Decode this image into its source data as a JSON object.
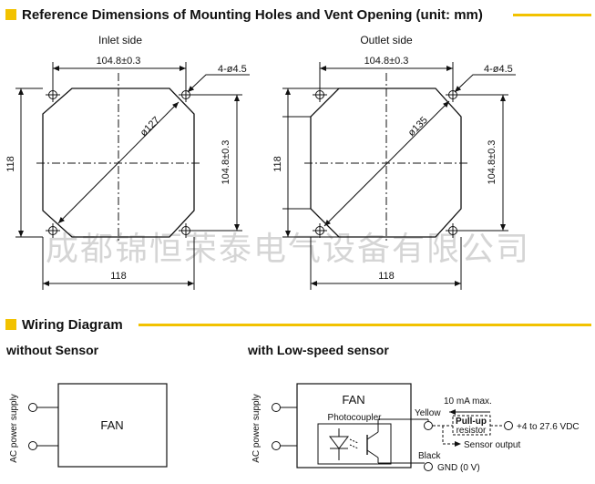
{
  "colors": {
    "accent": "#f2c200",
    "line": "#111111",
    "watermark": "#c8c8c8"
  },
  "section1": {
    "title": "Reference Dimensions of Mounting Holes and Vent Opening (unit: mm)"
  },
  "inlet": {
    "label": "Inlet side",
    "hole_spacing": "104.8±0.3",
    "hole_spec": "4-ø4.5",
    "diameter": "ø127",
    "outer": "118"
  },
  "outlet": {
    "label": "Outlet side",
    "hole_spacing": "104.8±0.3",
    "hole_spec": "4-ø4.5",
    "diameter": "ø135",
    "outer": "118"
  },
  "watermark": "成都锦恒荣泰电气设备有限公司",
  "section2": {
    "title": "Wiring Diagram",
    "without_sensor": {
      "heading": "without Sensor",
      "supply": "AC power supply",
      "box": "FAN"
    },
    "with_sensor": {
      "heading": "with Low-speed sensor",
      "supply": "AC power supply",
      "box": "FAN",
      "photocoupler": "Photocoupler",
      "current": "10 mA max.",
      "yellow": "Yellow",
      "pullup_line1": "Pull-up",
      "pullup_line2": "resistor",
      "voltage": "+4 to 27.6 VDC",
      "sensor_output": "Sensor output",
      "black": "Black",
      "gnd": "GND (0 V)"
    }
  }
}
